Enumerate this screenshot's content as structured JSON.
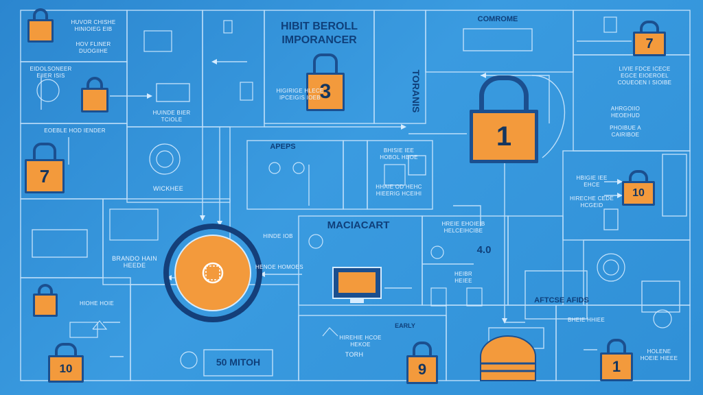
{
  "colors": {
    "background": "#2f8fd3",
    "line": "#d6ecff",
    "accent": "#f39a3c",
    "dark": "#1b4f8f",
    "title": "#0f3f7a"
  },
  "titles": {
    "habit_line1": "HIBIT BEROLL",
    "habit_line2": "IMPORANCER",
    "toranis": "TORANIS",
    "comrome": "COMROME",
    "aeps": "APEPS",
    "maciacart": "MACIACART",
    "aftcse": "AFTCSE AFIDS",
    "mitoh": "50 MITOH",
    "early": "EARLY"
  },
  "locks": [
    {
      "id": "lock-top-left",
      "label": ""
    },
    {
      "id": "lock-left-7",
      "label": "7"
    },
    {
      "id": "lock-mid-3",
      "label": "3"
    },
    {
      "id": "lock-center-1",
      "label": "1"
    },
    {
      "id": "lock-top-right-7",
      "label": "7"
    },
    {
      "id": "lock-right-10",
      "label": "10"
    },
    {
      "id": "lock-bottom-left-10",
      "label": "10"
    },
    {
      "id": "lock-bottom-9",
      "label": "9"
    },
    {
      "id": "lock-bottom-right-1",
      "label": "1"
    },
    {
      "id": "lock-small-3a",
      "label": ""
    },
    {
      "id": "lock-small-3b",
      "label": ""
    }
  ],
  "labels": {
    "tl1": "HUVOR CHISHE\nHINIOIEG EIB",
    "tl2": "HOV FLINER\nDUOGIIHE",
    "tl3": "EIDOLSONEER\nEIIER ISIS",
    "bl1": "EOEBLE HOD IENDER",
    "mid1": "HUINDE BIER\nTCIOLE",
    "mid2": "HIGIRIGE HLECE\nIPCEIGIS IOEB",
    "left_hub": "BRANDO HAIN\nHEEDE",
    "wicker": "WICKHEE",
    "r1": "LIVIE FDCE ICECE\nEGCE EIOEROEL\nCOUEOEN I SIOIBE",
    "r2": "AHRGOIIO\nHEOEHUD",
    "r3": "PHOIBUE A\nCAIRIBOE",
    "r4": "HBIGIE IEE\nEHCE",
    "r5": "HIRECHE CEDE\nHCGEID",
    "cm1": "BHISIE IEE\nHOBOL HBOE",
    "cm2": "HHAIE OD HEHC\nHIEERIG HCEIHI",
    "cm3": "HREIE EHOIEIB\nHELCEIHCIBE",
    "b1": "HIOHE HOIE",
    "b2": "HINDE IOB",
    "b3": "HENOE HOMOES",
    "amount": "4.0",
    "br1": "BHEIE HHIEE",
    "br2": "HOLENE\nHOEIE HIEEE",
    "bottom_mid": "HIREHIE HCOE\nHEKOE",
    "tori": "TORH",
    "lh": "HEIBR\nHEIEE"
  }
}
